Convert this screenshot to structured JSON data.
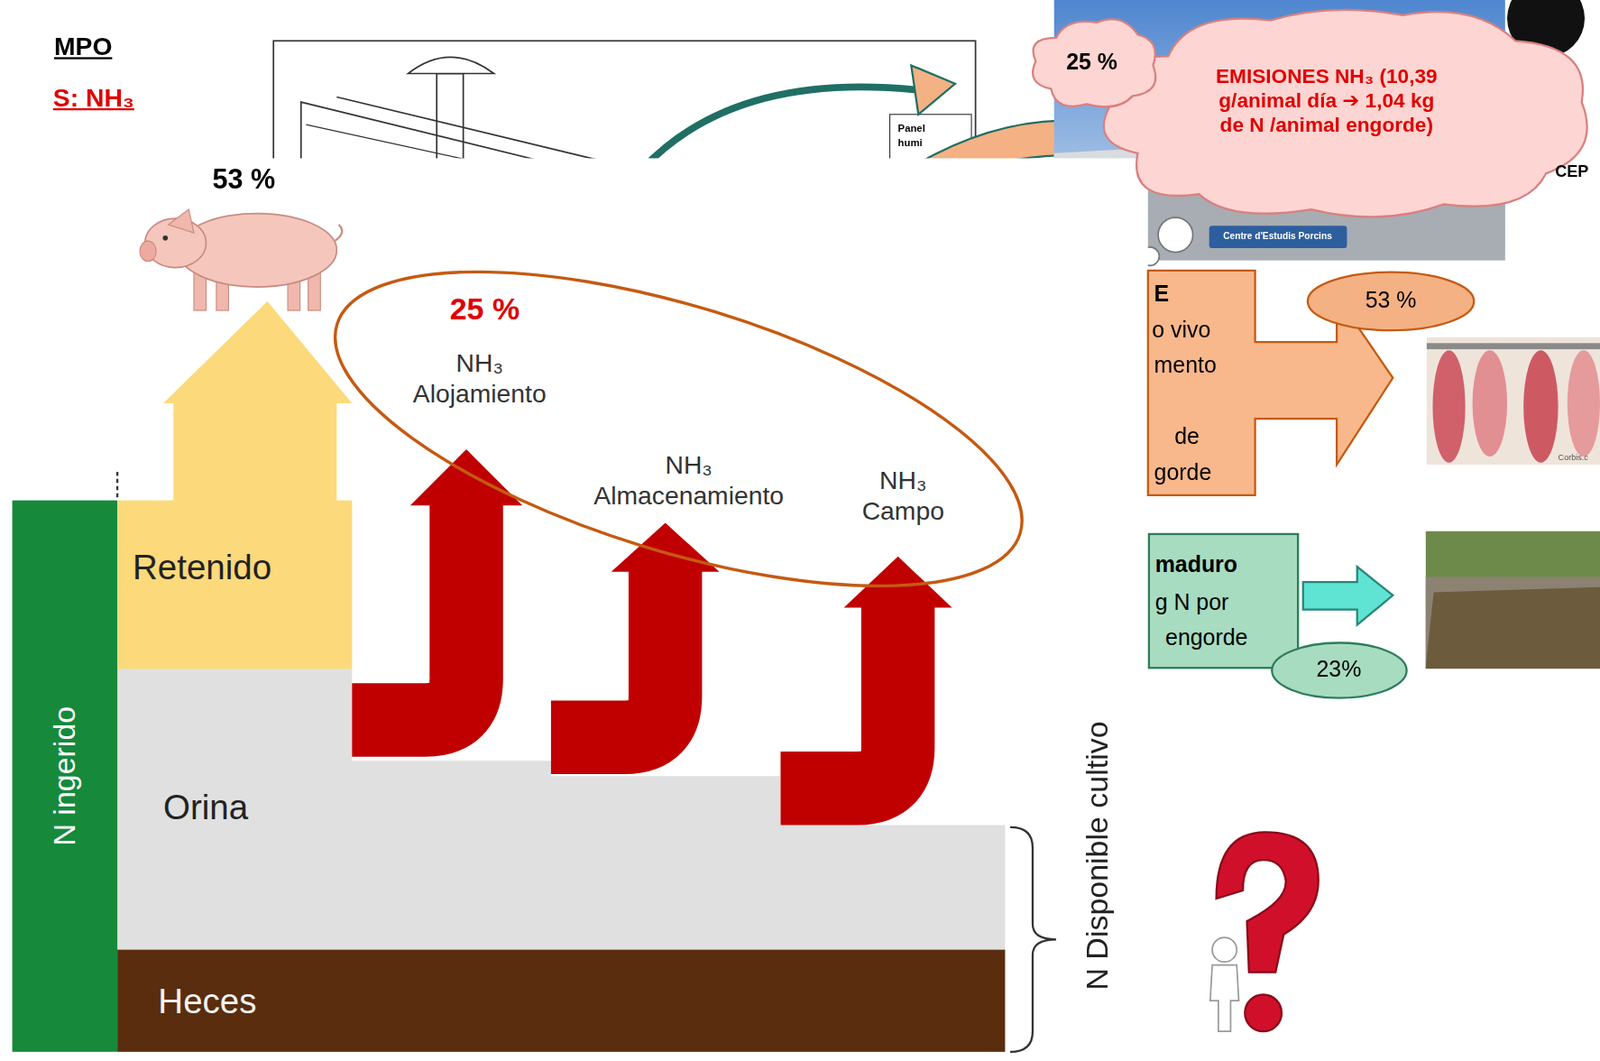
{
  "diagram": {
    "nodes": [
      {
        "text": [
          "25 %"
        ]
      },
      {
        "text": [
          "EMISIONES NH₃ (10,39 g/animal día ➔ 1,04 kg de N /animal engorde)"
        ]
      },
      {
        "text": [
          "25 %",
          "NH₃ Alojamiento",
          "NH₃ Almacenamiento",
          "NH₃ Campo"
        ]
      },
      {
        "text": [
          "N ingerido"
        ]
      },
      {
        "text": [
          "Retenido"
        ]
      },
      {
        "text": [
          "Orina"
        ]
      },
      {
        "text": [
          "Heces"
        ]
      },
      {
        "text": [
          "E",
          "o vivo",
          "mento",
          "de",
          "gorde"
        ]
      },
      {
        "text": [
          "53 %"
        ]
      },
      {
        "text": [
          "maduro",
          "g N por",
          "engorde"
        ]
      },
      {
        "text": [
          "23%"
        ]
      }
    ],
    "labels": [
      "MPO",
      "S: NH₃",
      "Panel",
      "humi",
      "CEP",
      "Centre d'Estudis Porcins",
      "53 %",
      "Corbis.c",
      "N Disponible cultivo"
    ]
  }
}
